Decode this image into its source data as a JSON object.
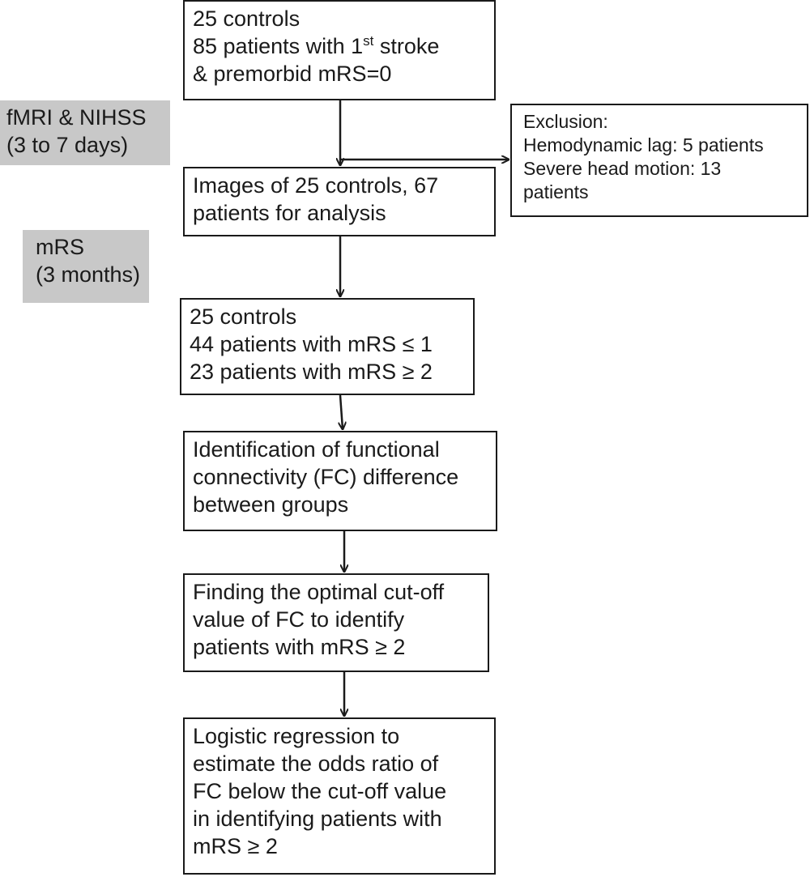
{
  "side_labels": {
    "fmri": {
      "line1": "fMRI & NIHSS",
      "line2": "(3 to 7 days)"
    },
    "mrs": {
      "line1": "mRS",
      "line2": "(3 months)"
    }
  },
  "boxes": {
    "enrollment": {
      "line1": "25 controls",
      "line2_prefix": "85 patients with 1",
      "line2_sup": "st",
      "line2_suffix": " stroke",
      "line3": "& premorbid mRS=0"
    },
    "exclusion": {
      "line1": "Exclusion:",
      "line2": "Hemodynamic lag: 5 patients",
      "line3": "Severe head motion: 13",
      "line4": "patients"
    },
    "images": {
      "line1": "Images of 25 controls, 67",
      "line2": "patients for analysis"
    },
    "groups": {
      "line1": "25 controls",
      "line2": "44 patients with mRS ≤ 1",
      "line3": "23 patients with mRS ≥ 2"
    },
    "fc": {
      "line1": "Identification of functional",
      "line2": "connectivity (FC) difference",
      "line3": "between groups"
    },
    "cutoff": {
      "line1": "Finding the optimal cut-off",
      "line2": "value of FC to identify",
      "line3": "patients with mRS ≥ 2"
    },
    "logistic": {
      "line1": "Logistic regression to",
      "line2": "estimate the odds ratio of",
      "line3": "FC below the cut-off value",
      "line4": "in identifying patients with",
      "line5": "mRS ≥ 2"
    }
  }
}
